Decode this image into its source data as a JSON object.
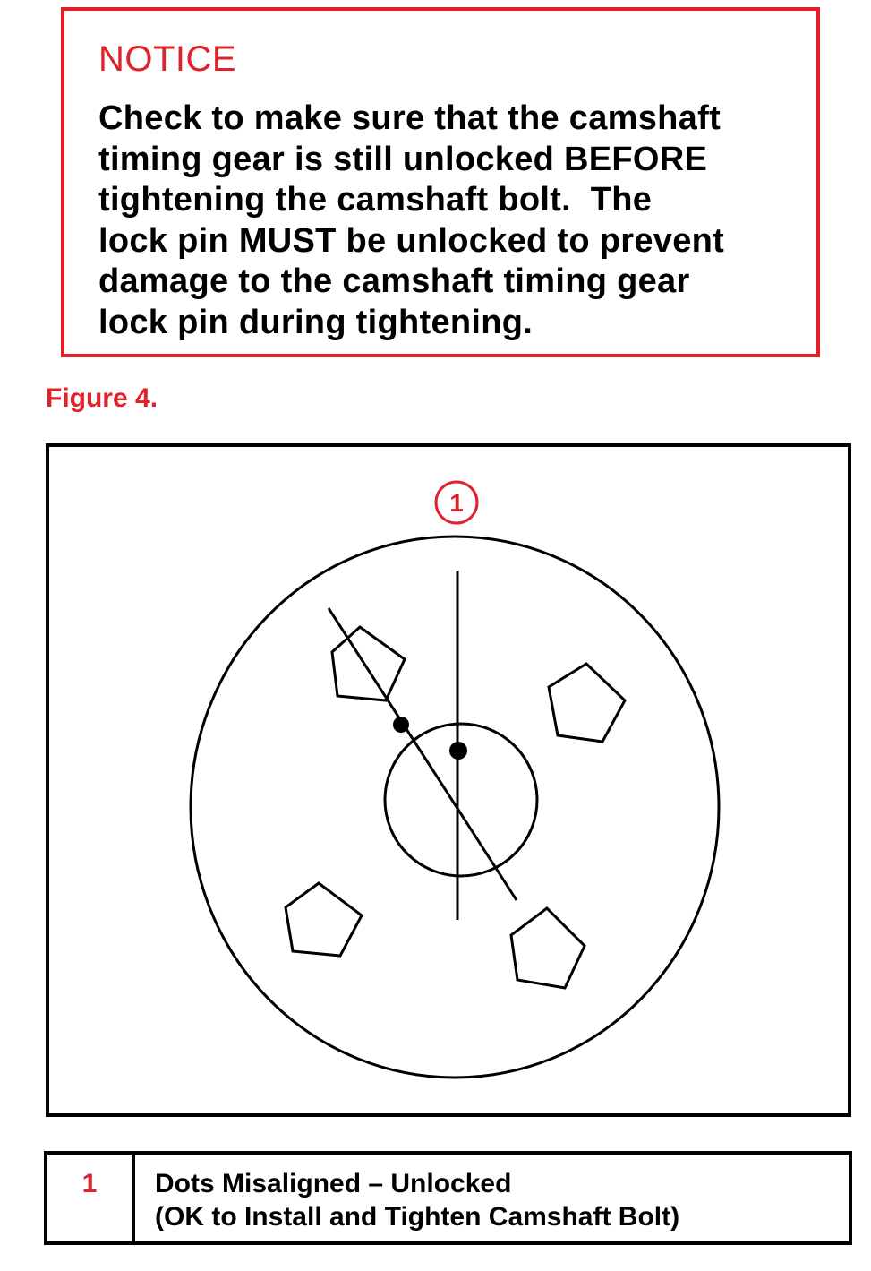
{
  "notice": {
    "title": "NOTICE",
    "lines": [
      "Check to make sure that the camshaft",
      "timing gear is still unlocked BEFORE",
      "tightening the camshaft bolt.  The",
      "lock pin MUST be unlocked to prevent",
      "damage to the camshaft timing gear",
      "lock pin during tightening."
    ]
  },
  "figure": {
    "label": "Figure 4.",
    "callout_number": "1"
  },
  "legend": {
    "rows": [
      {
        "number": "1",
        "line1": "Dots Misaligned – Unlocked",
        "line2": "(OK to Install and Tighten Camshaft Bolt)"
      }
    ]
  },
  "colors": {
    "accent_red": "#e0202a",
    "line_black": "#000000"
  }
}
